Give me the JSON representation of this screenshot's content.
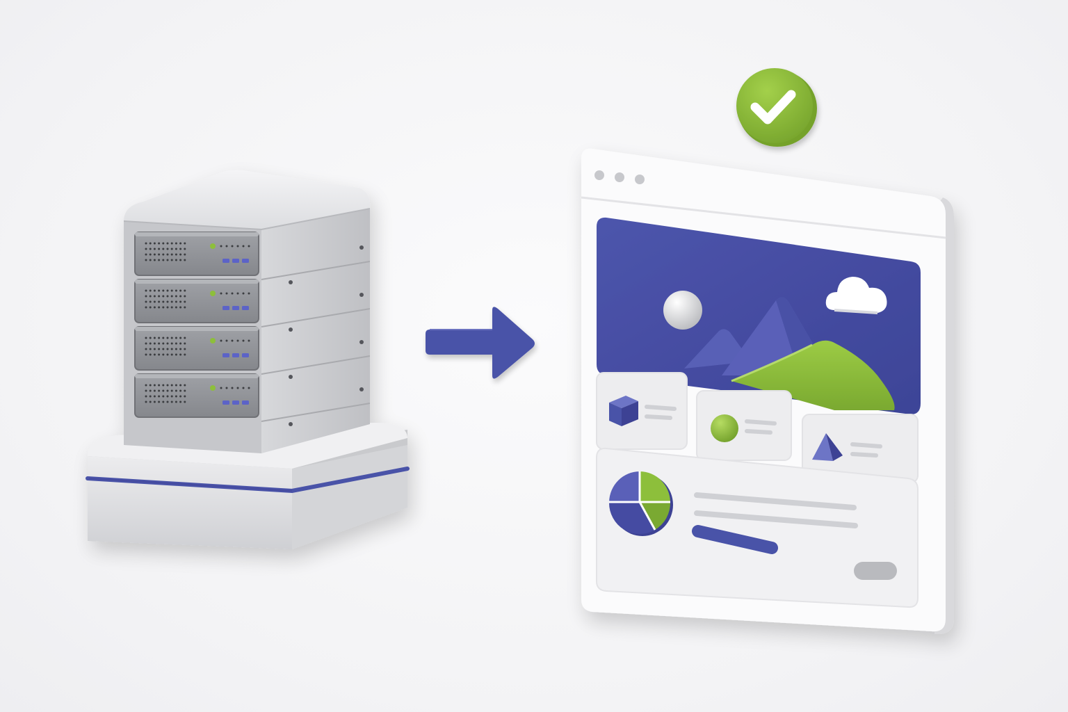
{
  "colors": {
    "accent": "#4a52a8",
    "accent_dark": "#3c4394",
    "green": "#8dbf3b",
    "green_dark": "#76a52e",
    "server_gray": "#cfd0d4",
    "panel_gray": "#eeeeef",
    "background": "#f4f4f6"
  },
  "icons": {
    "server": "server-rack-icon",
    "arrow": "arrow-right-icon",
    "check": "check-circle-icon",
    "browser": "browser-window-icon",
    "image": "landscape-image-icon",
    "cloud": "cloud-icon",
    "cube": "cube-icon",
    "sphere": "sphere-icon",
    "pyramid": "pyramid-icon",
    "pie": "pie-chart-icon"
  },
  "server": {
    "units": 4
  },
  "browser": {
    "dots": 3,
    "cards": [
      "cube",
      "sphere",
      "pyramid"
    ]
  }
}
